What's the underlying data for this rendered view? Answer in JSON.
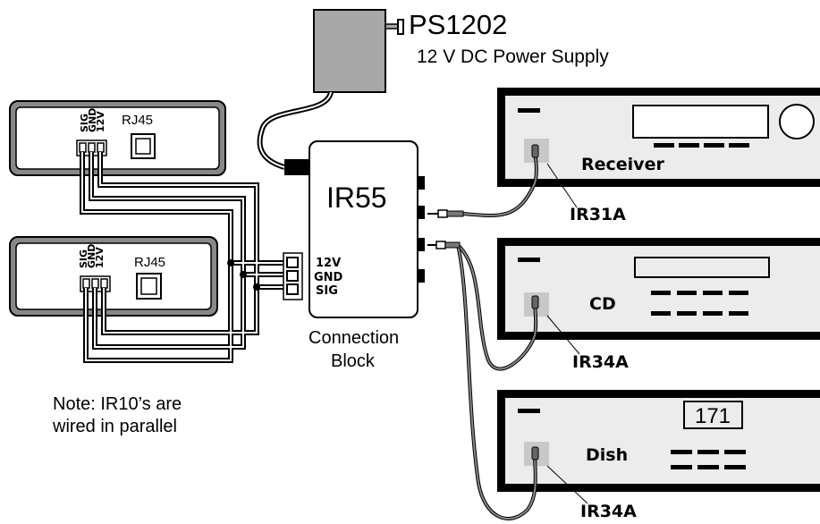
{
  "power_supply": {
    "model": "PS1202",
    "description": "12 V DC Power Supply"
  },
  "hub": {
    "model": "IR55",
    "terminals": [
      "12V",
      "GND",
      "SIG"
    ],
    "caption_line1": "Connection",
    "caption_line2": "Block"
  },
  "keypads": [
    {
      "terminals": [
        "SIG",
        "GND",
        "12V"
      ],
      "jack": "RJ45"
    },
    {
      "terminals": [
        "SIG",
        "GND",
        "12V"
      ],
      "jack": "RJ45"
    }
  ],
  "note": {
    "line1": "Note: IR10’s are",
    "line2": "wired in parallel"
  },
  "devices": [
    {
      "label": "Receiver",
      "emitter": "IR31A"
    },
    {
      "label": "CD",
      "emitter": "IR34A"
    },
    {
      "label": "Dish",
      "emitter": "IR34A",
      "display": "171"
    }
  ],
  "colors": {
    "line": "#000000",
    "device_fill": "#ececec",
    "power_supply_fill": "#a8a8a8",
    "cable_gray": "#888888",
    "emitter_pad": "#c8c8c8"
  }
}
